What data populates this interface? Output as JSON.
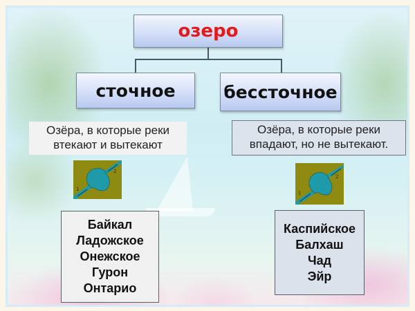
{
  "diagram": {
    "root": {
      "label": "озеро",
      "color": "#e41a1a"
    },
    "branches": [
      {
        "label": "сточное",
        "description": [
          "Озёра, в которые реки",
          "втекают и вытекают"
        ],
        "image": {
          "icon": "lake-flowthrough-icon",
          "markers": [
            "1",
            "2"
          ]
        },
        "examples": [
          "Байкал",
          "Ладожское",
          "Онежское",
          "Гурон",
          "Онтарио"
        ]
      },
      {
        "label": "бессточное",
        "description": [
          "Озёра, в которые реки",
          "впадают, но не вытекают."
        ],
        "image": {
          "icon": "lake-endorheic-icon",
          "markers": [
            "1",
            "2"
          ]
        },
        "examples": [
          "Каспийское",
          "Балхаш",
          "Чад",
          "Эйр"
        ]
      }
    ],
    "colors": {
      "box_gradient_top": "#f3f6fd",
      "box_gradient_bottom": "#b8c9f0",
      "lake_water": "#1e9aa8",
      "land": "#8e8a12"
    }
  }
}
